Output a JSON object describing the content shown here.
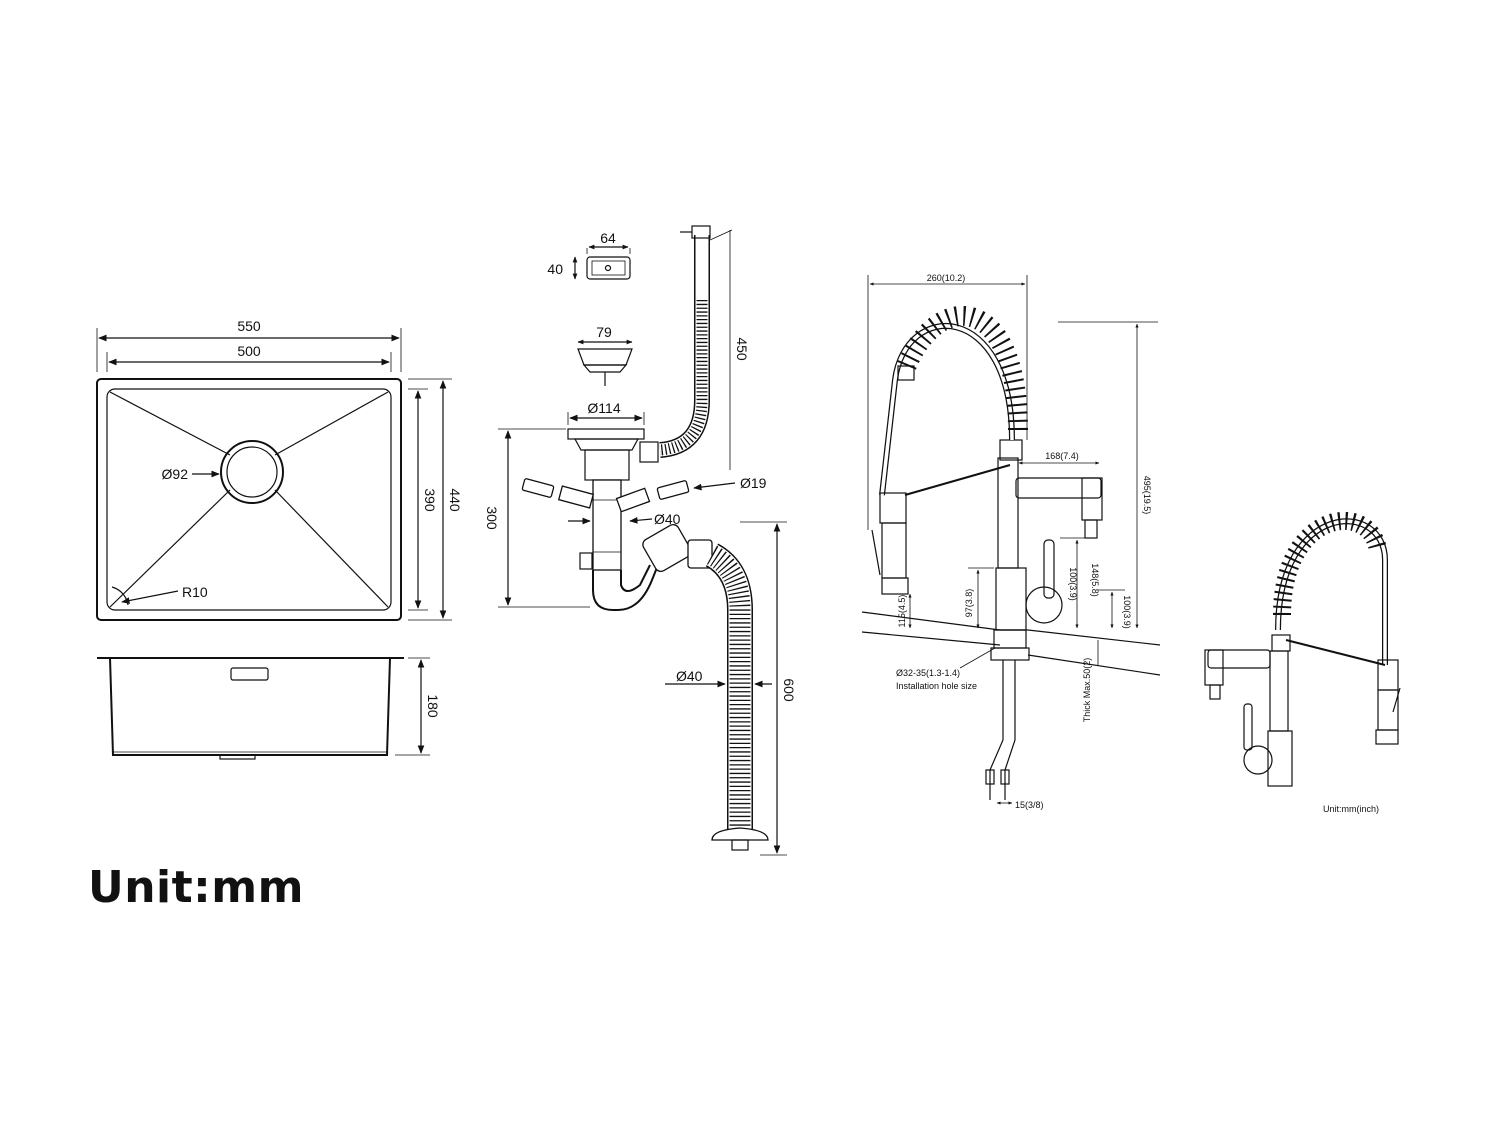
{
  "sink": {
    "top_view": {
      "outer_width": "550",
      "inner_width": "500",
      "inner_height": "390",
      "outer_height": "440",
      "drain_diameter": "Ø92",
      "corner_radius": "R10"
    },
    "side_view": {
      "depth": "180"
    }
  },
  "drain_kit": {
    "overflow_width": "64",
    "overflow_height": "40",
    "strainer_width": "79",
    "overflow_hose_length": "450",
    "flange_diameter": "Ø114",
    "overflow_pipe_diameter": "Ø19",
    "trap_height": "300",
    "trap_pipe_diameter": "Ø40",
    "outlet_hose_diameter": "Ø40",
    "outlet_hose_length": "600"
  },
  "faucet": {
    "width": "260(10.2)",
    "spout_reach": "168(7.4)",
    "total_height": "495(19.5)",
    "lever_height": "148(5.8)",
    "body_height_a": "100(3.9)",
    "body_height_b": "100(3.9)",
    "base_height": "97(3.8)",
    "sprayer_height": "115(4.5)",
    "hole_size": "Ø32-35(1.3-1.4)",
    "hole_size_label": "Installation hole size",
    "deck_thickness": "Thick Max.50(2)",
    "hose_fitting": "15(3/8)",
    "unit_label": "Unit:mm(inch)"
  },
  "unit_label": "Unit:mm"
}
